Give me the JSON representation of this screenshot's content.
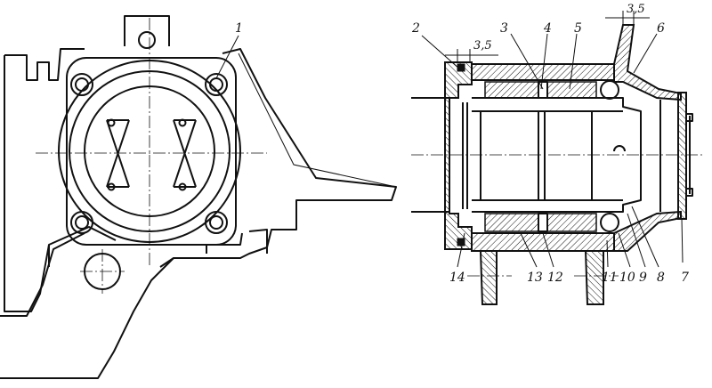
{
  "callouts": {
    "c1": "1",
    "c2": "2",
    "c3": "3",
    "c4": "4",
    "c5": "5",
    "c6": "6",
    "c7": "7",
    "c8": "8",
    "c9": "9",
    "c10": "10",
    "c11": "11",
    "c12": "12",
    "c13": "13",
    "c14": "14"
  },
  "dimensions": {
    "gap_top": "3,5",
    "gap_left": "3,5"
  },
  "hatch_color": "#111111"
}
